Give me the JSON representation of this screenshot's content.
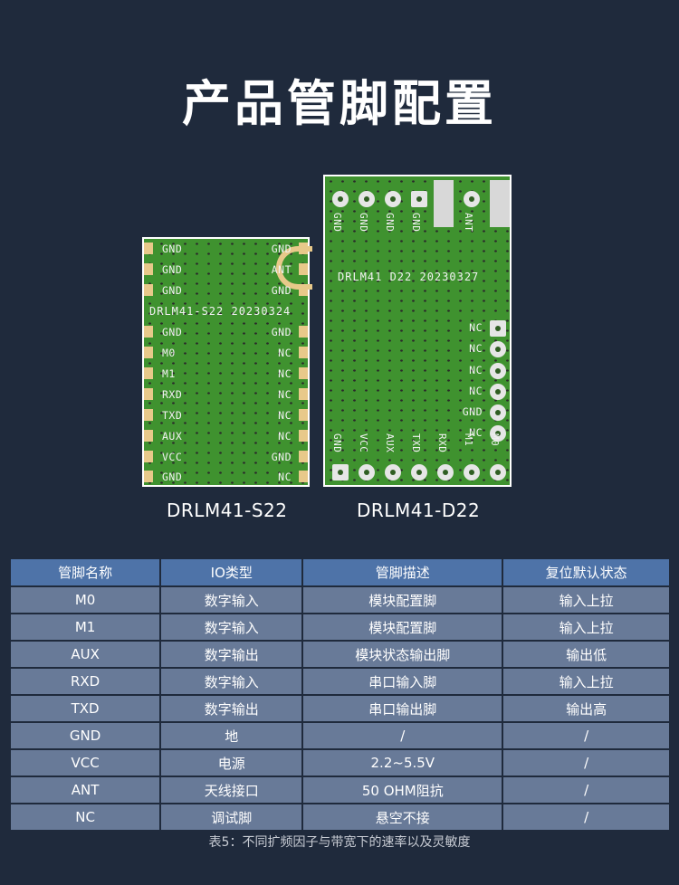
{
  "title": "产品管脚配置",
  "board_s": {
    "label": "DRLM41-S22",
    "silk": "DRLM41-S22 20230324",
    "left_pins": [
      "GND",
      "GND",
      "GND",
      "GND",
      "M0",
      "M1",
      "RXD",
      "TXD",
      "AUX",
      "VCC",
      "GND"
    ],
    "right_pins": [
      "GND",
      "ANT",
      "GND",
      "GND",
      "NC",
      "NC",
      "NC",
      "NC",
      "NC",
      "GND",
      "NC"
    ]
  },
  "board_d": {
    "label": "DRLM41-D22",
    "silk": "DRLM41 D22   20230327",
    "top_pins": [
      "GND",
      "GND",
      "GND",
      "GND",
      "ANT"
    ],
    "right_pins": [
      "NC",
      "NC",
      "NC",
      "NC",
      "GND",
      "NC"
    ],
    "bottom_pins": [
      "GND",
      "VCC",
      "AUX",
      "TXD",
      "RXD",
      "M1",
      "M0"
    ]
  },
  "table": {
    "headers": [
      "管脚名称",
      "IO类型",
      "管脚描述",
      "复位默认状态"
    ],
    "rows": [
      [
        "M0",
        "数字输入",
        "模块配置脚",
        "输入上拉"
      ],
      [
        "M1",
        "数字输入",
        "模块配置脚",
        "输入上拉"
      ],
      [
        "AUX",
        "数字输出",
        "模块状态输出脚",
        "输出低"
      ],
      [
        "RXD",
        "数字输入",
        "串口输入脚",
        "输入上拉"
      ],
      [
        "TXD",
        "数字输出",
        "串口输出脚",
        "输出高"
      ],
      [
        "GND",
        "地",
        "/",
        "/"
      ],
      [
        "VCC",
        "电源",
        "2.2~5.5V",
        "/"
      ],
      [
        "ANT",
        "天线接口",
        "50 OHM阻抗",
        "/"
      ],
      [
        "NC",
        "调试脚",
        "悬空不接",
        "/"
      ]
    ]
  },
  "caption": "表5：不同扩频因子与带宽下的速率以及灵敏度"
}
